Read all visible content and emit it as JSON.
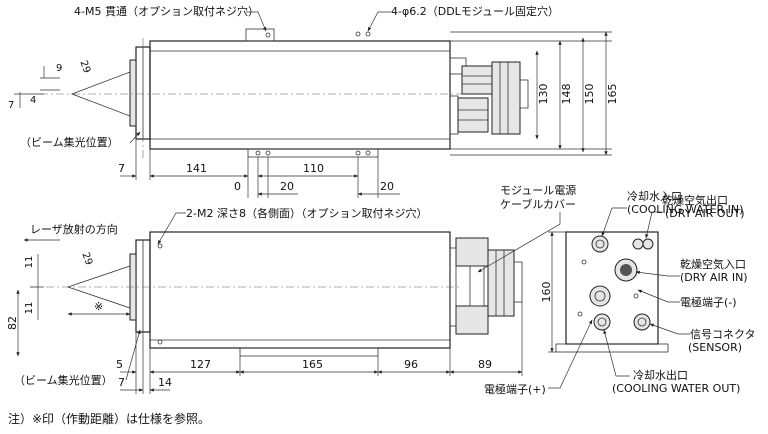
{
  "top_view": {
    "callout_m5": "4-M5 貫通（オプション取付ネジ穴）",
    "callout_ddl": "4-φ6.2（DDLモジュール固定穴）",
    "beam_label": "（ビーム集光位置）",
    "dim_left_9": "9",
    "dim_left_29": "29",
    "dim_left_4": "4",
    "dim_left_7": "7",
    "height_130": "130",
    "height_148": "148",
    "height_150": "150",
    "height_165": "165",
    "bottom_7": "7",
    "bottom_141": "141",
    "bottom_110": "110",
    "bottom_0": "0",
    "bottom_20a": "20",
    "bottom_20b": "20"
  },
  "side_view": {
    "callout_m2": "2-M2 深さ8（各側面）（オプション取付ネジ穴）",
    "laser_direction": "レーザ放射の方向",
    "cover_label_1": "モジュール電源",
    "cover_label_2": "ケーブルカバー",
    "beam_label": "（ビーム集光位置）",
    "dim_11a": "11",
    "dim_29": "29",
    "dim_11b": "11",
    "dim_82": "82",
    "note_mark": "※",
    "bottom_5": "5",
    "bottom_127": "127",
    "bottom_165": "165",
    "bottom_96": "96",
    "bottom_89": "89",
    "bottom_7": "7",
    "bottom_14": "14",
    "electrode_plus": "電極端子(+)"
  },
  "end_view": {
    "cooling_in_jp": "冷却水入口",
    "cooling_in_en": "(COOLING WATER IN)",
    "dry_out_jp": "乾燥空気出口",
    "dry_out_en": "(DRY AIR OUT)",
    "dry_in_jp": "乾燥空気入口",
    "dry_in_en": "(DRY AIR IN)",
    "electrode_minus": "電極端子(-)",
    "signal_jp": "信号コネクタ",
    "signal_en": "(SENSOR)",
    "cooling_out_jp": "冷却水出口",
    "cooling_out_en": "(COOLING WATER OUT)",
    "height_160": "160"
  },
  "footnote": "注）※印（作動距離）は仕様を参照。"
}
